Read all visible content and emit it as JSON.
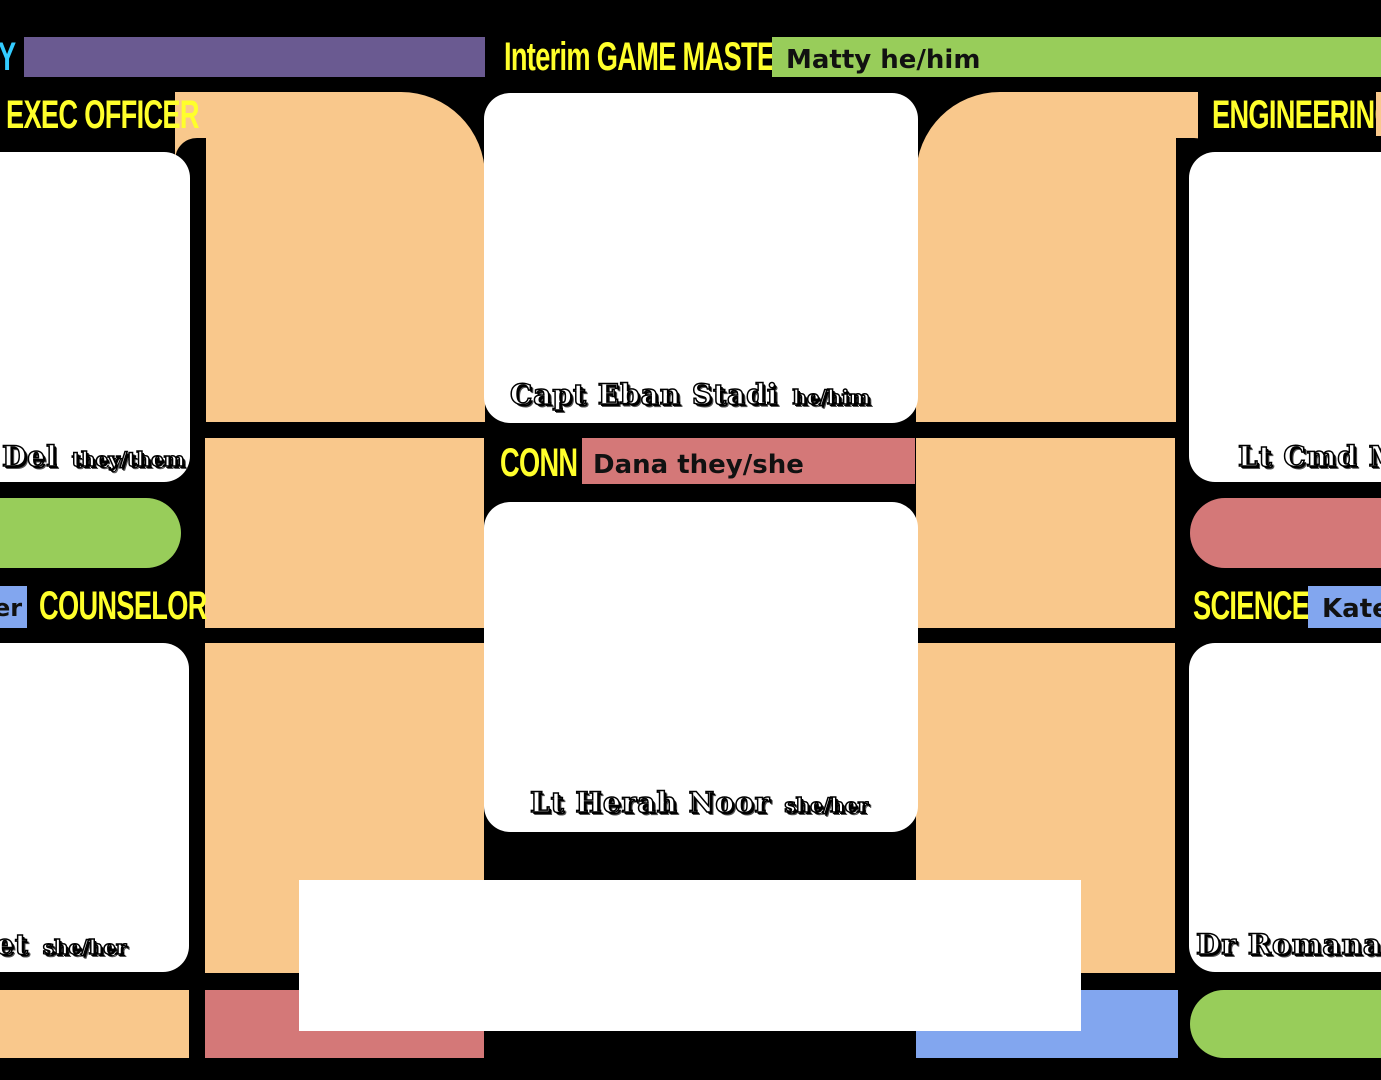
{
  "headers": {
    "security_partial": "Y",
    "game_master": "Interim GAME MASTER",
    "exec_officer": "EXEC OFFICER",
    "engineering": "ENGINEERING",
    "conn": "CONN",
    "counselor": "COUNSELOR",
    "science": "SCIENCE",
    "counselor_player_partial": "er"
  },
  "players": {
    "game_master": "Matty he/him",
    "conn": "Dana they/she",
    "science": "Kate"
  },
  "characters": {
    "captain": {
      "name": "Capt Eban Stadi",
      "pronouns": "he/him"
    },
    "conn": {
      "name": "Lt Herah Noor",
      "pronouns": "she/her"
    },
    "exec_officer": {
      "name": "Del",
      "pronouns": "they/them"
    },
    "engineering": {
      "name": "Lt Cmd M"
    },
    "counselor": {
      "name": "et",
      "pronouns": "she/her"
    },
    "science": {
      "name": "Dr Romana J"
    }
  },
  "colors": {
    "peach": "#f9c88c",
    "purple": "#6a5a91",
    "green": "#98cd5a",
    "salmon": "#d47878",
    "blue": "#82a6ef",
    "yellow": "#ffff2b",
    "cyan": "#33ccff"
  }
}
